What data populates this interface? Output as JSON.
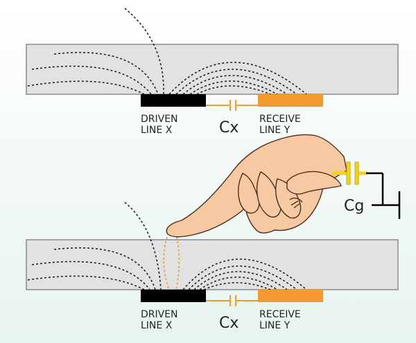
{
  "labels": {
    "driven_line1": "DRIVEN",
    "driven_line2": "LINE X",
    "receive_line1": "RECEIVE",
    "receive_line2": "LINE Y",
    "cx": "Cx",
    "cg": "Cg"
  },
  "colors": {
    "panel_fill": "#e2e2e2",
    "panel_stroke": "#8a8a8a",
    "driven_electrode": "#000000",
    "receive_electrode": "#f39a2e",
    "capacitor_orange": "#f39a2e",
    "ground_capacitor": "#f2d41c",
    "finger_skin": "#f6c9a2",
    "field_lines": "#222222"
  },
  "icons": [
    "capacitor-icon",
    "ground-icon",
    "finger-icon"
  ]
}
